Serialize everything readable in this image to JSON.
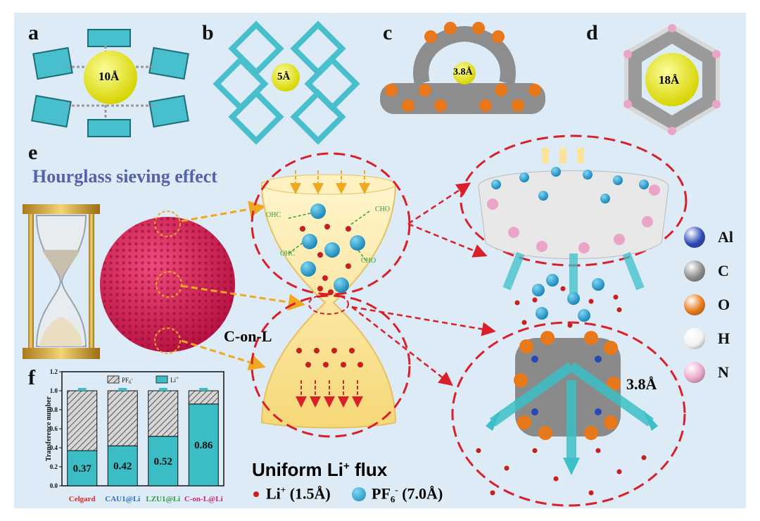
{
  "panels": {
    "a": {
      "letter": "a",
      "pore": "10Å"
    },
    "b": {
      "letter": "b",
      "pore": "5Å"
    },
    "c": {
      "letter": "c",
      "pore": "3.8Å"
    },
    "d": {
      "letter": "d",
      "pore": "18Å"
    },
    "e": {
      "letter": "e",
      "title": "Hourglass sieving effect",
      "sphere_label": "C-on-L",
      "side_pore": "3.8Å",
      "cho_label": "CHO",
      "ohc_label": "OHC"
    },
    "f": {
      "letter": "f"
    }
  },
  "flux": {
    "label": "Uniform Li",
    "sup": "+",
    "suffix": " flux"
  },
  "ion_legend": {
    "li": {
      "text": "Li",
      "sup": "+",
      "size": " (1.5Å)"
    },
    "pf6": {
      "text": "PF",
      "sub": "6",
      "sup": "-",
      "size": " (7.0Å)"
    }
  },
  "element_legend": [
    {
      "symbol": "Al",
      "color": "#2b47b5"
    },
    {
      "symbol": "C",
      "color": "#8a8a8a"
    },
    {
      "symbol": "O",
      "color": "#e8781a"
    },
    {
      "symbol": "H",
      "color": "#f2f2f2"
    },
    {
      "symbol": "N",
      "color": "#e9a5c8"
    }
  ],
  "colors": {
    "background": "#dcebf5",
    "sphere": "#d81b5a",
    "arrow_orange": "#f0a820",
    "dashed_red": "#d81f2a",
    "li_ion": "#c81e1e",
    "pf6_ion": "#2aa4d2",
    "teal": "#3cc0c8",
    "hourglass_fill": "#fbe39c"
  },
  "chart_data": {
    "type": "bar",
    "stacked": true,
    "categories": [
      "Celgard",
      "CAU1@Li",
      "LZU1@Li",
      "C-on-L@Li"
    ],
    "category_colors": [
      "#e0262b",
      "#2a6fc2",
      "#2f9b3a",
      "#d0207a"
    ],
    "series": [
      {
        "name": "Li",
        "values": [
          0.37,
          0.42,
          0.52,
          0.86
        ]
      },
      {
        "name": "PF",
        "values": [
          0.63,
          0.58,
          0.48,
          0.14
        ]
      }
    ],
    "legend": [
      {
        "text": "PF",
        "sub": "6",
        "sup": "-"
      },
      {
        "text": "Li",
        "sup": "+"
      }
    ],
    "data_labels": [
      "0.37",
      "0.42",
      "0.52",
      "0.86"
    ],
    "ylabel": "Transference number",
    "xlabel": "",
    "ylim": [
      0,
      1.2
    ],
    "yticks": [
      "0.0",
      "0.2",
      "0.4",
      "0.6",
      "0.8",
      "1.0",
      "1.2"
    ],
    "legend_position": "top"
  }
}
